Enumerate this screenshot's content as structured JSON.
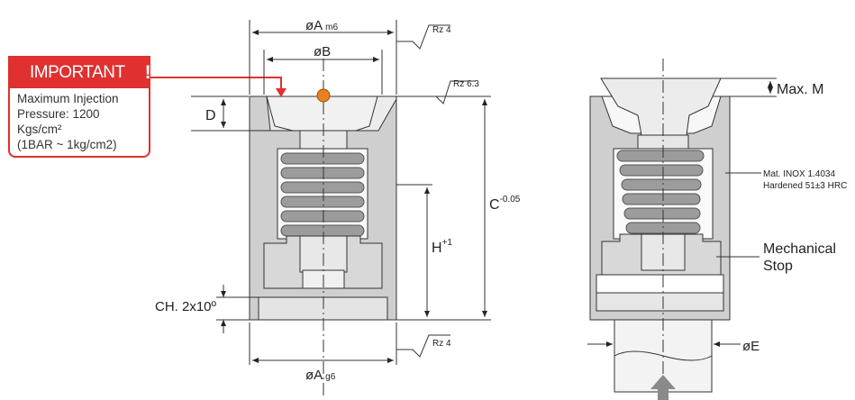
{
  "important": {
    "title": "IMPORTANT",
    "icon": "exclamation-icon",
    "mark": "!",
    "line1": "Maximum Injection",
    "line2": "Pressure: 1200 Kgs/cm²",
    "line3": "(1BAR ~ 1kg/cm2)"
  },
  "left_view": {
    "dim_a_top": "øA",
    "dim_a_top_tol": "m6",
    "dim_b": "øB",
    "rz_top": "Rz 4",
    "rz_face": "Rz 6.3",
    "dim_d": "D",
    "dim_c": "C",
    "dim_c_tol": "-0.05",
    "dim_h": "H",
    "dim_h_tol": "+1",
    "chamfer": "CH. 2x10º",
    "rz_bottom": "Rz 4",
    "dim_a_bottom": "øA",
    "dim_a_bottom_tol": "g6"
  },
  "right_view": {
    "max_m": "Max. M",
    "material_1": "Mat. INOX 1.4034",
    "material_2": "Hardened 51±3 HRC",
    "stop_1": "Mechanical",
    "stop_2": "Stop",
    "dim_e": "øE"
  },
  "colors": {
    "accent": "#e03030",
    "body": "#c8c8c8",
    "spring": "#9a9a9a",
    "dot": "#e8821e"
  }
}
